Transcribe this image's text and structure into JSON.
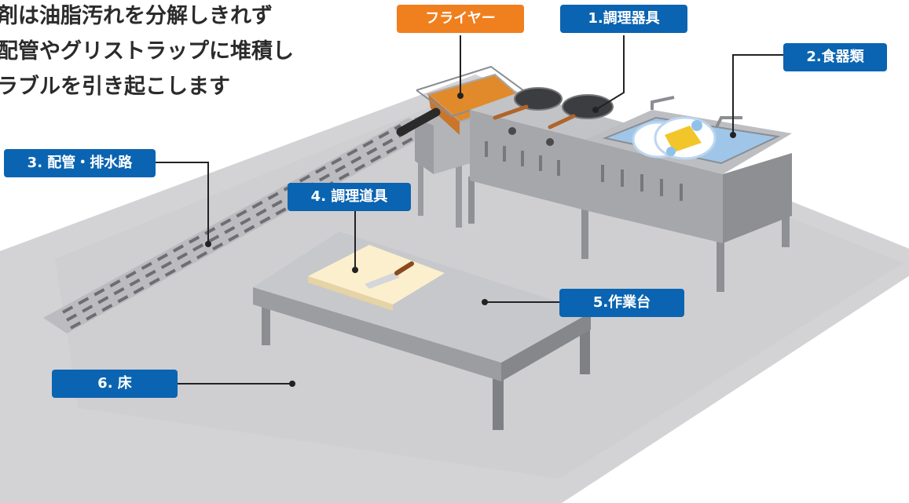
{
  "intro_text": "剤は油脂汚れを分解しきれず\n配管やグリストラップに堆積し\nラブルを引き起こします",
  "labels": {
    "fryer": "フライヤー",
    "cooking_equipment": "1.調理器具",
    "tableware": "2.食器類",
    "pipes_drains": "3. 配管・排水路",
    "cooking_tools": "4. 調理道具",
    "worktable": "5.作業台",
    "floor": "6. 床"
  },
  "colors": {
    "label_blue": "#0a64b1",
    "label_orange": "#f07f1e",
    "floor": "#d3d3d5",
    "steel": "#a8a9ad",
    "oil": "#e08a2c",
    "water": "#9fc6e8"
  }
}
